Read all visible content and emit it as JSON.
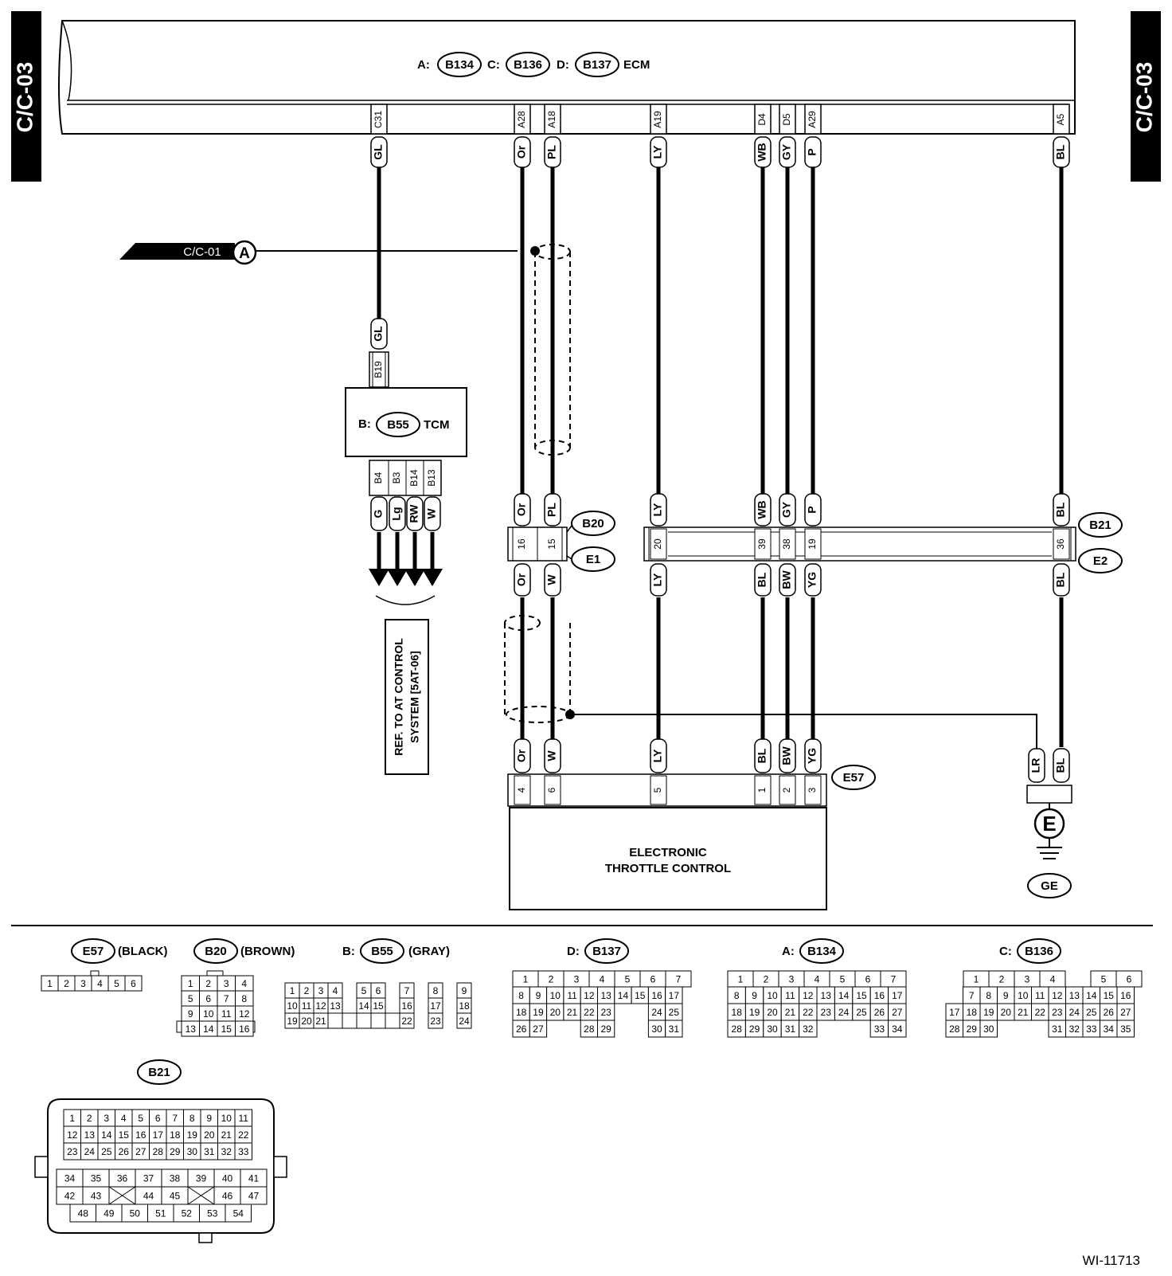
{
  "side_tab_left": "C/C-03",
  "side_tab_right": "C/C-03",
  "ecm_header": {
    "prefix_a": "A:",
    "a": "B134",
    "prefix_c": "C:",
    "c": "B136",
    "prefix_d": "D:",
    "d": "B137",
    "title": "ECM"
  },
  "ecm_terminals": [
    {
      "term": "C31",
      "color": "GL"
    },
    {
      "term": "A28",
      "color": "Or"
    },
    {
      "term": "A18",
      "color": "PL"
    },
    {
      "term": "A19",
      "color": "LY"
    },
    {
      "term": "D4",
      "color": "WB"
    },
    {
      "term": "D5",
      "color": "GY"
    },
    {
      "term": "A29",
      "color": "P"
    },
    {
      "term": "A5",
      "color": "BL"
    }
  ],
  "ref_cc01": {
    "label": "C/C-01",
    "marker": "A"
  },
  "tcm": {
    "upper_color": "GL",
    "upper_pin": "B19",
    "prefix": "B:",
    "conn": "B55",
    "title": "TCM",
    "pins": [
      "B4",
      "B3",
      "B14",
      "B13"
    ],
    "colors": [
      "G",
      "Lg",
      "RW",
      "W"
    ],
    "ref_line1": "REF. TO AT CONTROL",
    "ref_line2": "SYSTEM [5AT-06]"
  },
  "b20_e1": {
    "top": "B20",
    "bottom": "E1",
    "pins": [
      "16",
      "15"
    ],
    "upper_colors": [
      "Or",
      "PL"
    ],
    "lower_colors": [
      "Or",
      "W"
    ]
  },
  "b21_e2": {
    "top": "B21",
    "bottom": "E2",
    "pins": [
      "20",
      "39",
      "38",
      "19",
      "36"
    ],
    "upper_colors": [
      "LY",
      "WB",
      "GY",
      "P",
      "BL"
    ],
    "lower_colors": [
      "LY",
      "BL",
      "BW",
      "YG",
      "BL"
    ]
  },
  "e57": {
    "label": "E57",
    "pins": [
      "4",
      "6",
      "5",
      "1",
      "2",
      "3"
    ],
    "colors": [
      "Or",
      "W",
      "LY",
      "BL",
      "BW",
      "YG"
    ],
    "title_line1": "ELECTRONIC",
    "title_line2": "THROTTLE CONTROL"
  },
  "ground": {
    "colors": [
      "LR",
      "BL"
    ],
    "symbol": "E",
    "label": "GE"
  },
  "connectors_legend": {
    "e57": {
      "name": "E57",
      "color": "(BLACK)",
      "rows": [
        [
          "1",
          "2",
          "3",
          "4",
          "5",
          "6"
        ]
      ]
    },
    "b20": {
      "name": "B20",
      "color": "(BROWN)",
      "rows": [
        [
          "1",
          "2",
          "3",
          "4"
        ],
        [
          "5",
          "6",
          "7",
          "8"
        ],
        [
          "9",
          "10",
          "11",
          "12"
        ],
        [
          "13",
          "14",
          "15",
          "16"
        ]
      ]
    },
    "b55": {
      "prefix": "B:",
      "name": "B55",
      "color": "(GRAY)"
    },
    "b137": {
      "prefix": "D:",
      "name": "B137"
    },
    "b134": {
      "prefix": "A:",
      "name": "B134"
    },
    "b136": {
      "prefix": "C:",
      "name": "B136"
    },
    "b21": {
      "name": "B21"
    }
  },
  "figure_id": "WI-11713"
}
